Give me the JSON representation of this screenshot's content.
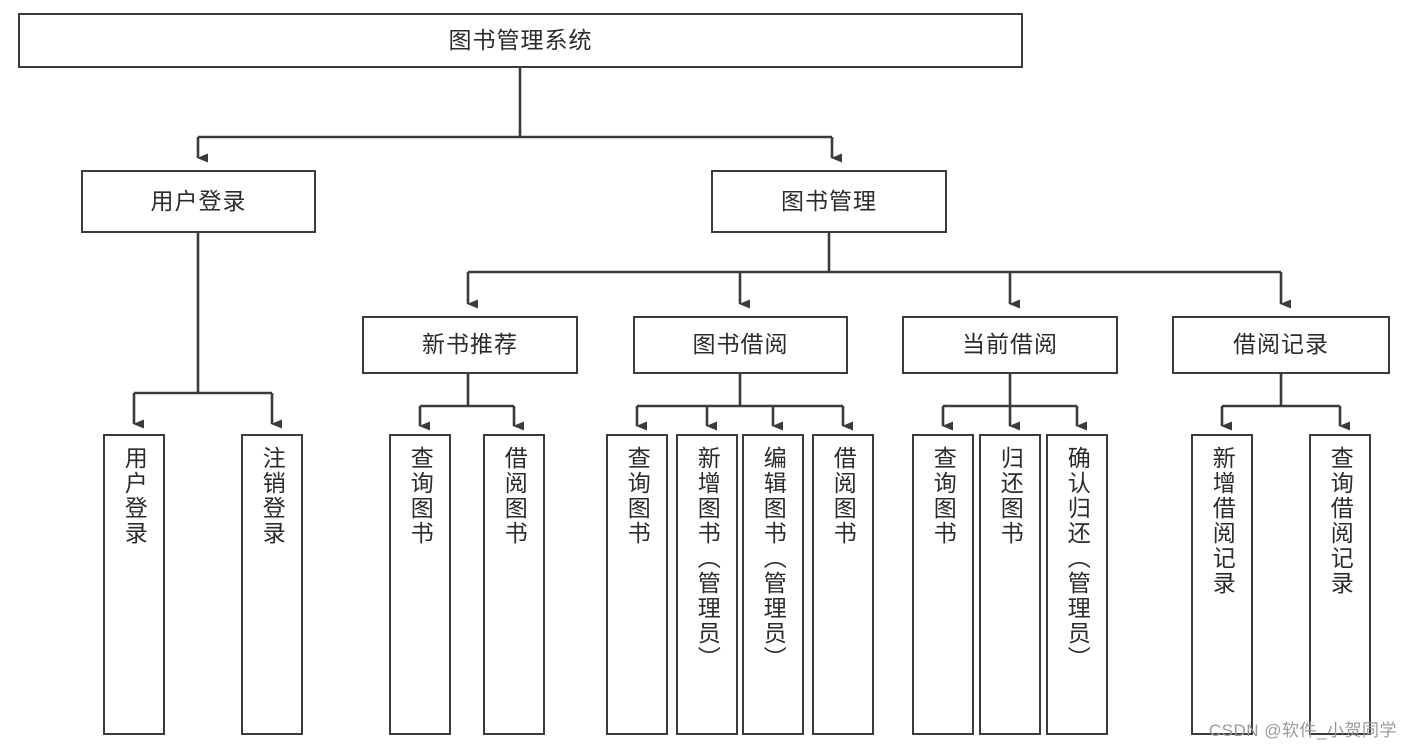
{
  "diagram": {
    "title": "图书管理系统",
    "type": "tree-hierarchy",
    "stroke_color": "#3b3b3b",
    "text_color": "#2b2b2b",
    "background_color": "#ffffff",
    "watermark": "CSDN @软件_小贺同学"
  },
  "nodes": {
    "root": {
      "label": "图书管理系统",
      "level": 1
    },
    "level2": [
      {
        "id": "user-login",
        "label": "用户登录"
      },
      {
        "id": "book-management",
        "label": "图书管理"
      }
    ],
    "level3": [
      {
        "id": "new-book-recommend",
        "label": "新书推荐"
      },
      {
        "id": "book-borrow",
        "label": "图书借阅"
      },
      {
        "id": "current-borrow",
        "label": "当前借阅"
      },
      {
        "id": "borrow-record",
        "label": "借阅记录"
      }
    ],
    "leaves": {
      "user_login": [
        {
          "id": "leaf-user-login",
          "label": "用户登录"
        },
        {
          "id": "leaf-user-logout",
          "label": "注销登录"
        }
      ],
      "new_book_recommend": [
        {
          "id": "leaf-query-book-1",
          "label": "查询图书"
        },
        {
          "id": "leaf-borrow-book-1",
          "label": "借阅图书"
        }
      ],
      "book_borrow": [
        {
          "id": "leaf-query-book-2",
          "label": "查询图书"
        },
        {
          "id": "leaf-add-book",
          "label": "新增图书（管理员）"
        },
        {
          "id": "leaf-edit-book",
          "label": "编辑图书（管理员）"
        },
        {
          "id": "leaf-borrow-book-2",
          "label": "借阅图书"
        }
      ],
      "current_borrow": [
        {
          "id": "leaf-query-book-3",
          "label": "查询图书"
        },
        {
          "id": "leaf-return-book",
          "label": "归还图书"
        },
        {
          "id": "leaf-confirm-return",
          "label": "确认归还（管理员）"
        }
      ],
      "borrow_record": [
        {
          "id": "leaf-add-record",
          "label": "新增借阅记录"
        },
        {
          "id": "leaf-query-record",
          "label": "查询借阅记录"
        }
      ]
    }
  }
}
